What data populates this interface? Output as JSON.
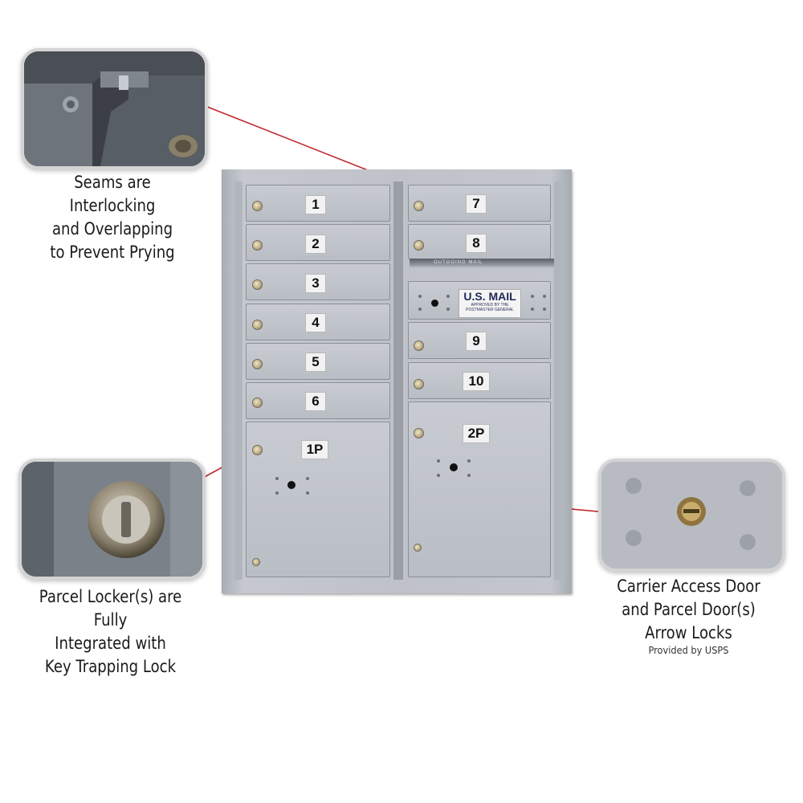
{
  "callouts": {
    "seams": {
      "line1": "Seams are Interlocking",
      "line2": "and Overlapping",
      "line3": "to Prevent Prying"
    },
    "parcel": {
      "line1": "Parcel Locker(s) are Fully",
      "line2": "Integrated with",
      "line3": "Key Trapping Lock"
    },
    "arrow": {
      "line1": "Carrier Access Door",
      "line2": "and Parcel Door(s)",
      "line3": "Arrow Locks",
      "note": "Provided by USPS"
    }
  },
  "mailbox": {
    "left_doors": [
      "1",
      "2",
      "3",
      "4",
      "5",
      "6"
    ],
    "right_doors_top": [
      "7",
      "8"
    ],
    "right_doors_bottom": [
      "9",
      "10"
    ],
    "parcel_left": "1P",
    "parcel_right": "2P",
    "plate": {
      "title": "U.S. MAIL",
      "small": "APPROVED BY THE POSTMASTER GENERAL"
    },
    "slot_text": "OUTGOING MAIL"
  },
  "colors": {
    "callout_line": "#c0272d",
    "cabinet": "#c0c4ca",
    "caption_text": "#1a1a1a"
  }
}
